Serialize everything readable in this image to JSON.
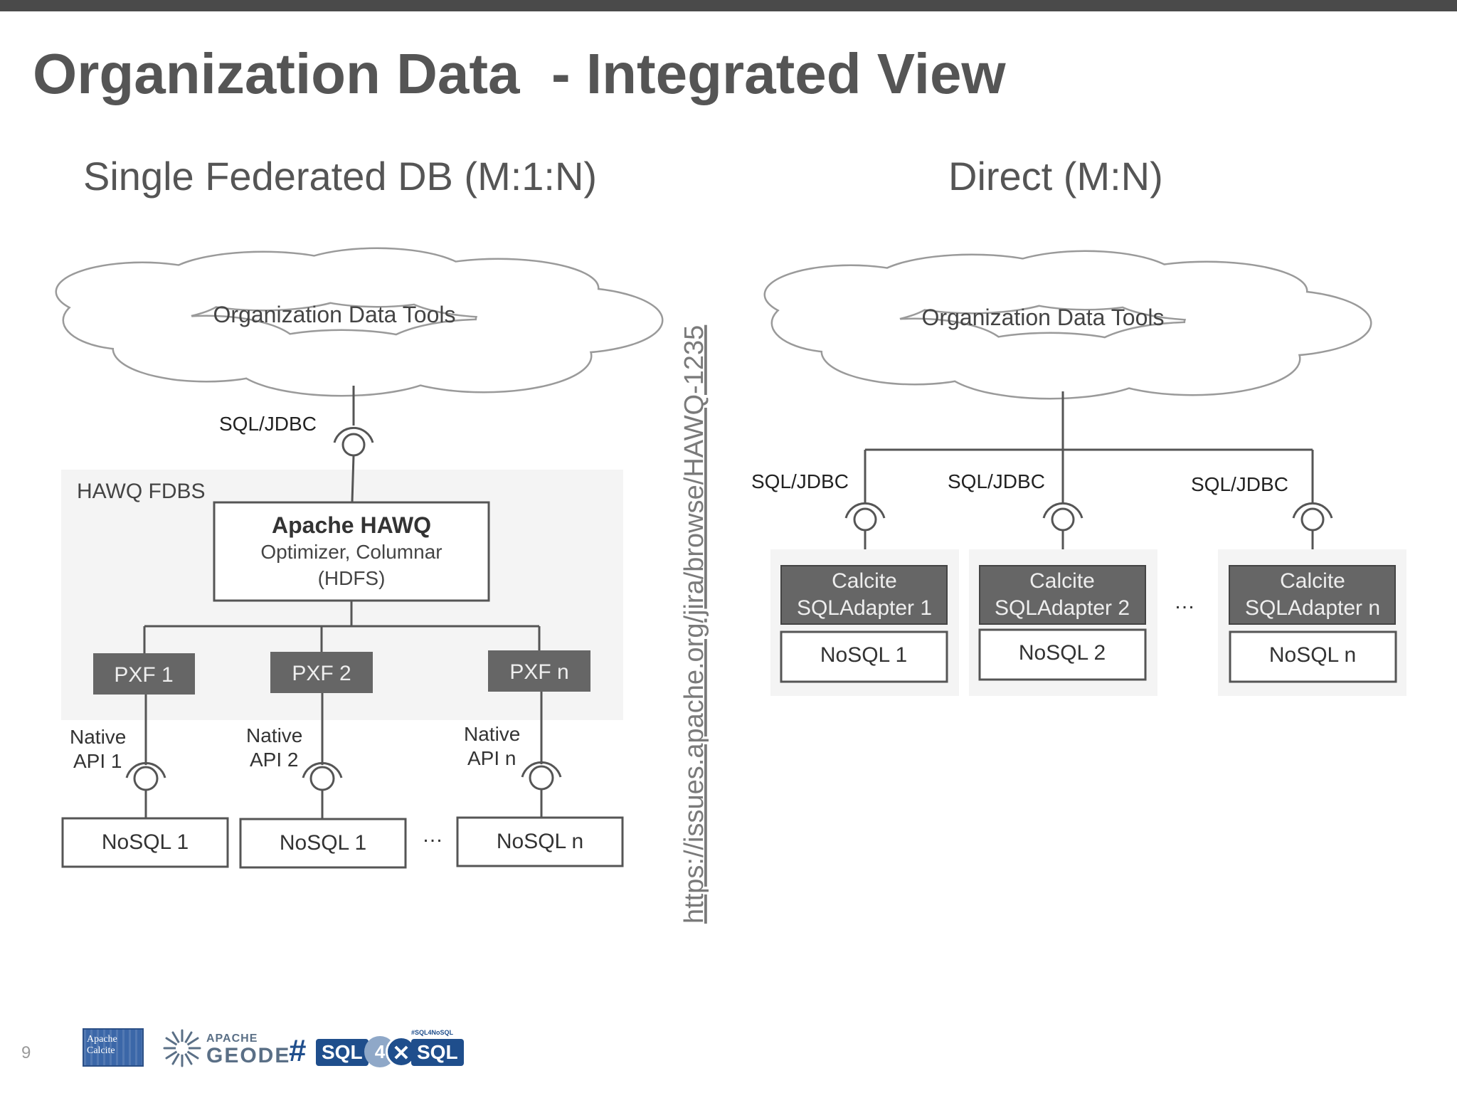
{
  "slide": {
    "title": "Organization Data  - Integrated View",
    "page_number": "9"
  },
  "left": {
    "heading": "Single Federated DB (M:1:N)",
    "cloud_label": "Organization Data Tools",
    "sql_jdbc": "SQL/JDBC",
    "fdbs_label": "HAWQ FDBS",
    "hawq": {
      "name": "Apache HAWQ",
      "line2": "Optimizer, Columnar",
      "line3": "(HDFS)"
    },
    "pxf": [
      "PXF 1",
      "PXF 2",
      "PXF n"
    ],
    "native_api": [
      {
        "line1": "Native",
        "line2": "API 1"
      },
      {
        "line1": "Native",
        "line2": "API 2"
      },
      {
        "line1": "Native",
        "line2": "API n"
      }
    ],
    "nosql": [
      "NoSQL 1",
      "NoSQL 1",
      "NoSQL n"
    ],
    "ellipsis": "…"
  },
  "link": "https://issues.apache.org/jira/browse/HAWQ-1235",
  "right": {
    "heading": "Direct (M:N)",
    "cloud_label": "Organization Data Tools",
    "sql_jdbc": [
      "SQL/JDBC",
      "SQL/JDBC",
      "SQL/JDBC"
    ],
    "adapters": [
      {
        "line1": "Calcite",
        "line2": "SQLAdapter  1"
      },
      {
        "line1": "Calcite",
        "line2": "SQLAdapter  2"
      },
      {
        "line1": "Calcite",
        "line2": "SQLAdapter  n"
      }
    ],
    "nosql": [
      "NoSQL 1",
      "NoSQL 2",
      "NoSQL n"
    ],
    "ellipsis": "…"
  },
  "footer": {
    "calcite_logo_text": "Apache Calcite",
    "geode_small": "APACHE",
    "geode_big": "GEODE",
    "sql_hash": "#",
    "sql_left": "SQL",
    "sql_num": "4",
    "sql_right": "SQL",
    "sql_tag": "#SQL4NoSQL"
  },
  "colors": {
    "dark_box": "#666666",
    "panel": "#f4f4f4",
    "line": "#555555",
    "text": "#444444",
    "brand_blue": "#1f4e8c"
  }
}
